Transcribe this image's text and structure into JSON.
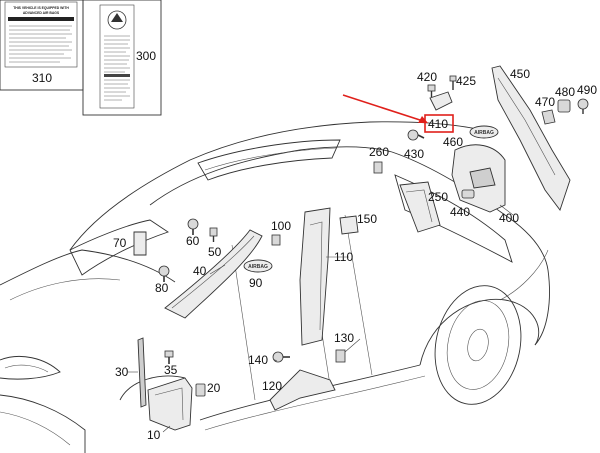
{
  "parts": [
    {
      "id": "p10",
      "number": "10"
    },
    {
      "id": "p20",
      "number": "20"
    },
    {
      "id": "p30",
      "number": "30"
    },
    {
      "id": "p35",
      "number": "35"
    },
    {
      "id": "p40",
      "number": "40"
    },
    {
      "id": "p50",
      "number": "50"
    },
    {
      "id": "p60",
      "number": "60"
    },
    {
      "id": "p70",
      "number": "70"
    },
    {
      "id": "p80",
      "number": "80"
    },
    {
      "id": "p90",
      "number": "90"
    },
    {
      "id": "p100",
      "number": "100"
    },
    {
      "id": "p110",
      "number": "110"
    },
    {
      "id": "p120",
      "number": "120"
    },
    {
      "id": "p130",
      "number": "130"
    },
    {
      "id": "p140",
      "number": "140"
    },
    {
      "id": "p150",
      "number": "150"
    },
    {
      "id": "p250",
      "number": "250"
    },
    {
      "id": "p260",
      "number": "260"
    },
    {
      "id": "p300",
      "number": "300"
    },
    {
      "id": "p310",
      "number": "310"
    },
    {
      "id": "p400",
      "number": "400"
    },
    {
      "id": "p410",
      "number": "410"
    },
    {
      "id": "p420",
      "number": "420"
    },
    {
      "id": "p425",
      "number": "425"
    },
    {
      "id": "p430",
      "number": "430"
    },
    {
      "id": "p440",
      "number": "440"
    },
    {
      "id": "p450",
      "number": "450"
    },
    {
      "id": "p460",
      "number": "460"
    },
    {
      "id": "p470",
      "number": "470"
    },
    {
      "id": "p480",
      "number": "480"
    },
    {
      "id": "p490",
      "number": "490"
    }
  ],
  "highlight": {
    "part": "410",
    "box_color": "#e0201b",
    "arrow_color": "#e0201b"
  },
  "warning_label": {
    "heading_line1": "THIS VEHICLE IS EQUIPPED WITH",
    "heading_line2": "ADVANCED AIR BAGS"
  },
  "airbag_badge": "AIRBAG",
  "colors": {
    "line": "#333333",
    "part_fill": "#ececec",
    "background": "#ffffff"
  }
}
